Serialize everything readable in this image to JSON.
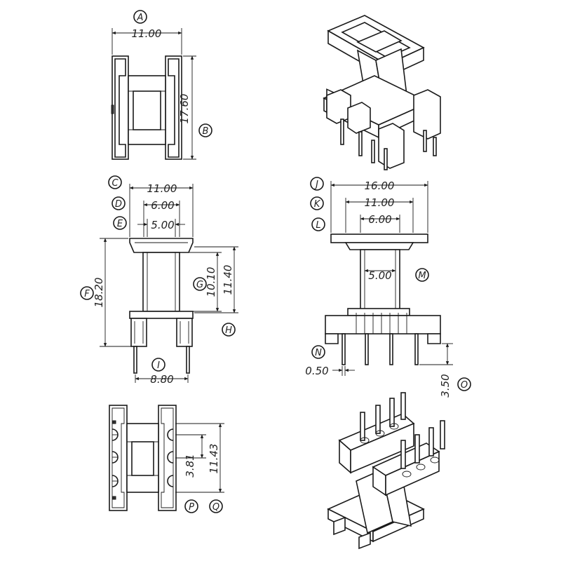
{
  "dimensions": {
    "a_width": "11.00",
    "b_height": "17.60",
    "c_width": "11.00",
    "d_width": "6.00",
    "e_width": "5.00",
    "f_height": "18.20",
    "g_height": "10.10",
    "h_height": "11.40",
    "i_width": "8.80",
    "j_width": "16.00",
    "k_width": "11.00",
    "l_width": "6.00",
    "m_width": "5.00",
    "n_width": "0.50",
    "o_height": "3.50",
    "p_pitch": "3.81",
    "q_pitch": "11.43"
  },
  "labels": {
    "A": "A",
    "B": "B",
    "C": "C",
    "D": "D",
    "E": "E",
    "F": "F",
    "G": "G",
    "H": "H",
    "I": "I",
    "J": "J",
    "K": "K",
    "L": "L",
    "M": "M",
    "N": "N",
    "O": "O",
    "P": "P",
    "Q": "Q"
  }
}
